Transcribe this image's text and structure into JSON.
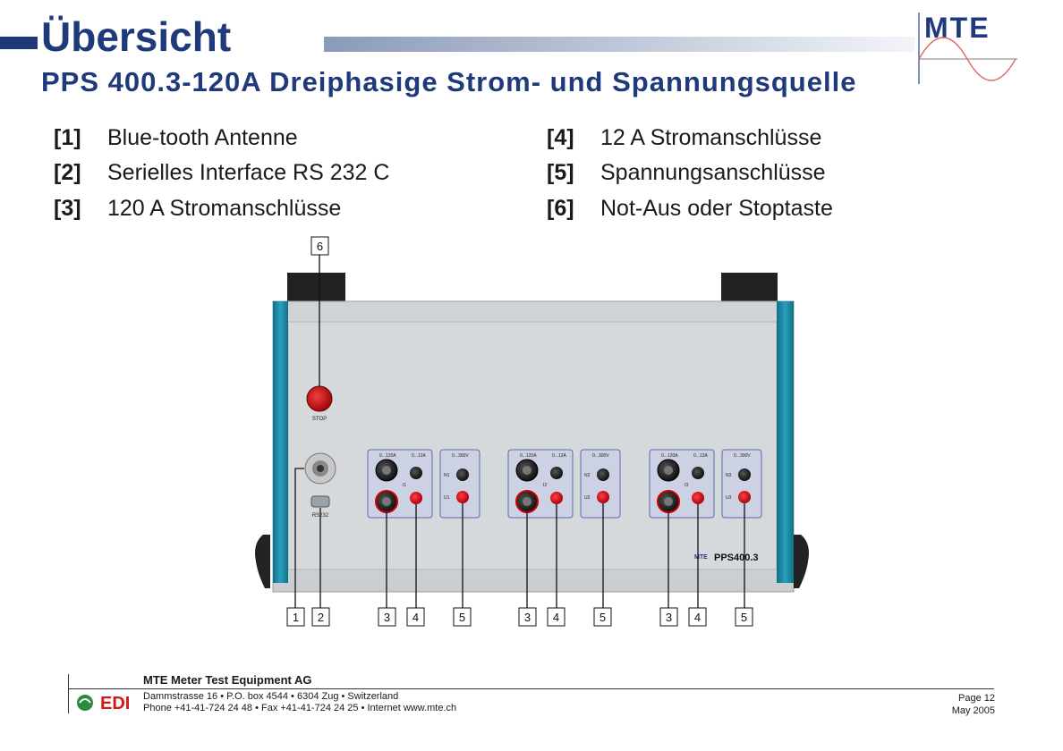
{
  "header": {
    "title": "Übersicht",
    "subtitle": "PPS 400.3-120A Dreiphasige Strom- und Spannungsquelle",
    "logo_text": "MTE"
  },
  "legend": {
    "left": [
      {
        "num": "[1]",
        "text": "Blue-tooth Antenne"
      },
      {
        "num": "[2]",
        "text": "Serielles Interface RS 232 C"
      },
      {
        "num": "[3]",
        "text": "120 A Stromanschlüsse"
      }
    ],
    "right": [
      {
        "num": "[4]",
        "text": "12 A Stromanschlüsse"
      },
      {
        "num": "[5]",
        "text": "Spannungsanschlüsse"
      },
      {
        "num": "[6]",
        "text": "Not-Aus oder Stoptaste"
      }
    ]
  },
  "device": {
    "stop_label": "STOP",
    "rs232_label": "RS232",
    "brand_label": "PPS400.3",
    "brand_logo": "MTE",
    "current_ranges": [
      "0...120A",
      "0...12A"
    ],
    "voltage_range": "0...300V",
    "phase_current_labels": [
      "I1",
      "I2",
      "I3"
    ],
    "phase_neutral_labels": [
      "N1",
      "N2",
      "N3"
    ],
    "phase_voltage_labels": [
      "U1",
      "U2",
      "U3"
    ],
    "callouts": [
      "1",
      "2",
      "3",
      "4",
      "5",
      "3",
      "4",
      "5",
      "3",
      "4",
      "5"
    ],
    "top_callout": "6"
  },
  "footer": {
    "company": "MTE Meter Test Equipment AG",
    "address": "Dammstrasse 16 • P.O. box 4544 • 6304 Zug • Switzerland",
    "phone": "Phone +41-41-724 24 48 • Fax +41-41-724 24 25 • Internet www.mte.ch",
    "page": "Page 12",
    "date": "May 2005",
    "edi_text": "EDI"
  },
  "colors": {
    "title_blue": "#1f3a7a",
    "panel_gray": "#d8dadc",
    "side_teal": "#1a8aa6",
    "stop_red": "#d01818",
    "jack_red": "#e0101a"
  }
}
